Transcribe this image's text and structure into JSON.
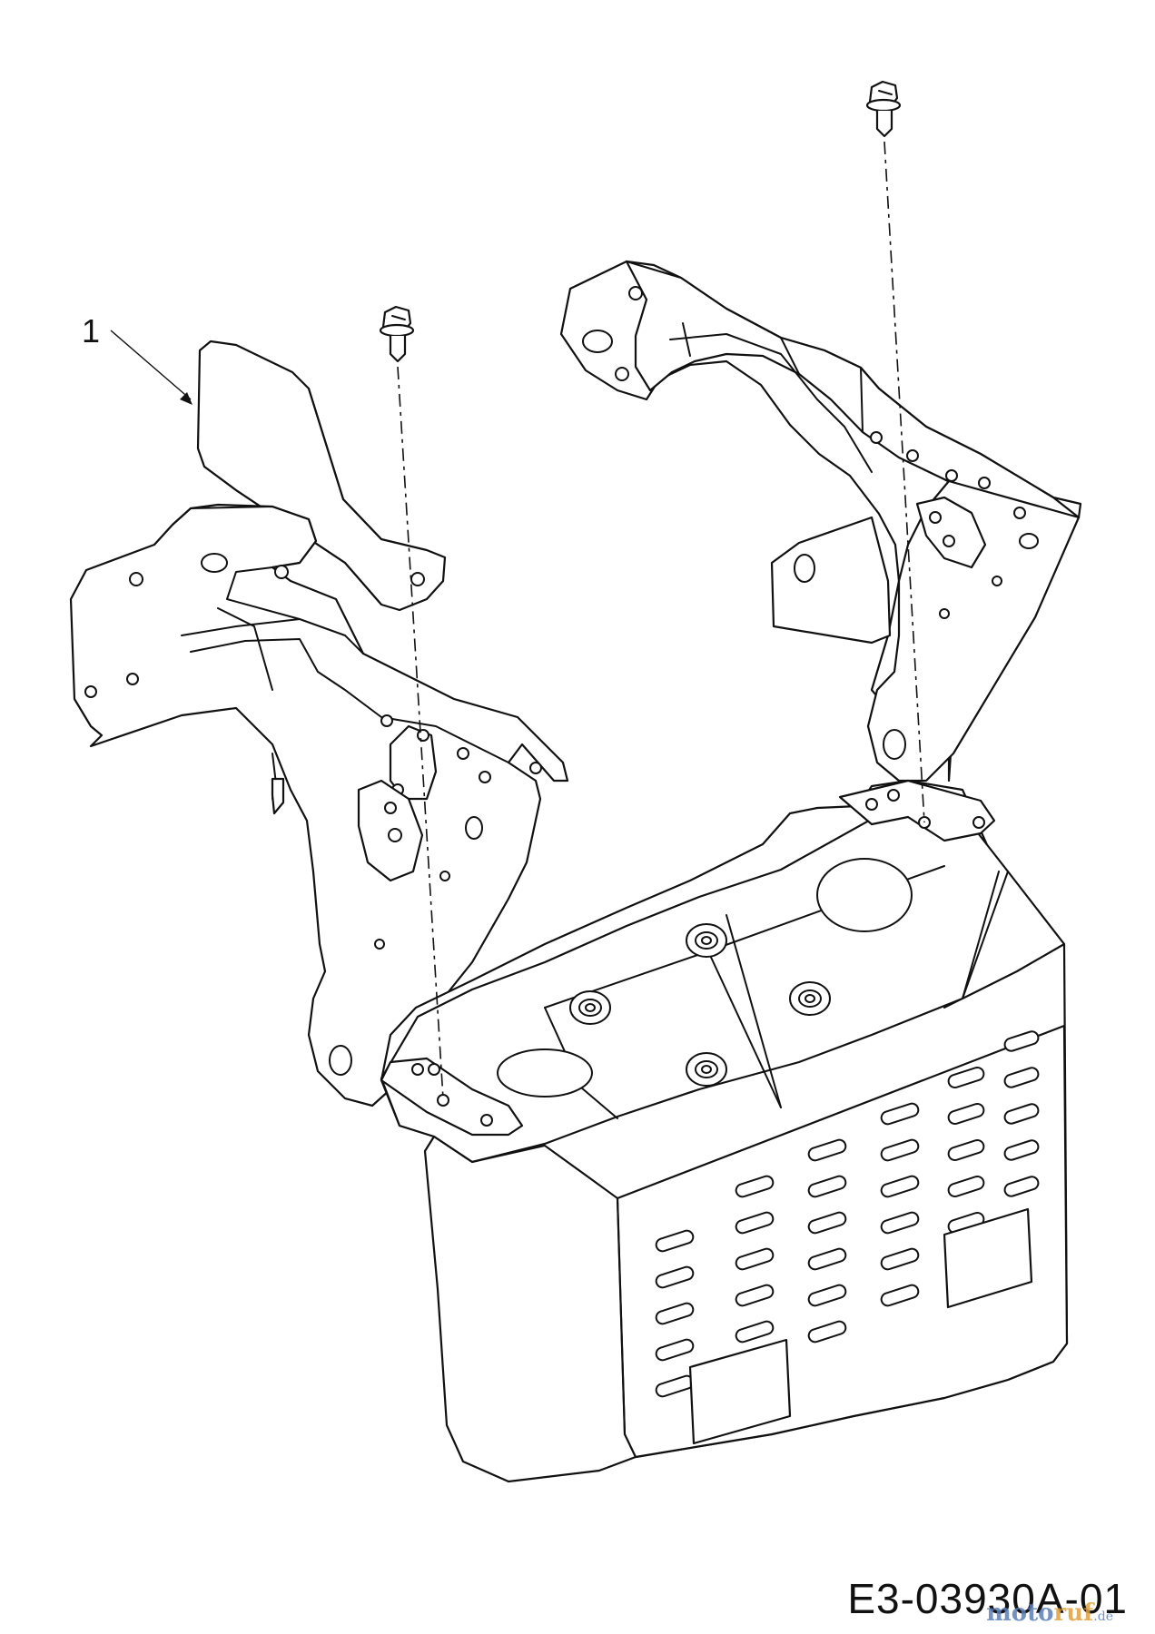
{
  "callouts": [
    {
      "number": "1"
    }
  ],
  "drawing_code": "E3-03930A-01",
  "watermark": {
    "brand_a": "moto",
    "brand_b": "ruf",
    "suffix": ".de"
  },
  "colors": {
    "line": "#111111",
    "background": "#ffffff",
    "watermark_blue": "#5b7fb8",
    "watermark_orange": "#e0a23c"
  },
  "parts": [
    {
      "name": "shield-plate",
      "callout": "1"
    },
    {
      "name": "left-bracket"
    },
    {
      "name": "right-bracket"
    },
    {
      "name": "bolt-left"
    },
    {
      "name": "bolt-right"
    },
    {
      "name": "front-weight-housing"
    }
  ]
}
